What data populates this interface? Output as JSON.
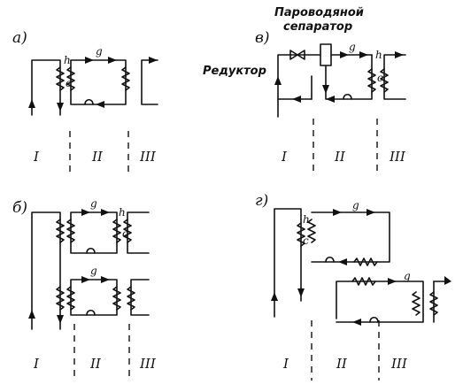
{
  "panels": {
    "a": {
      "label": "а)",
      "zones": [
        "I",
        "II",
        "III"
      ]
    },
    "b": {
      "label": "б)",
      "zones": [
        "I",
        "II",
        "III"
      ]
    },
    "v": {
      "label": "в)",
      "zones": [
        "I",
        "II",
        "III"
      ],
      "reducer": "Редуктор",
      "separator_line1": "Пароводяной",
      "separator_line2": "сепаратор"
    },
    "g": {
      "label": "г)",
      "zones": [
        "I",
        "II",
        "III"
      ]
    }
  },
  "markers": {
    "h": "h",
    "c": "c",
    "g": "g"
  }
}
